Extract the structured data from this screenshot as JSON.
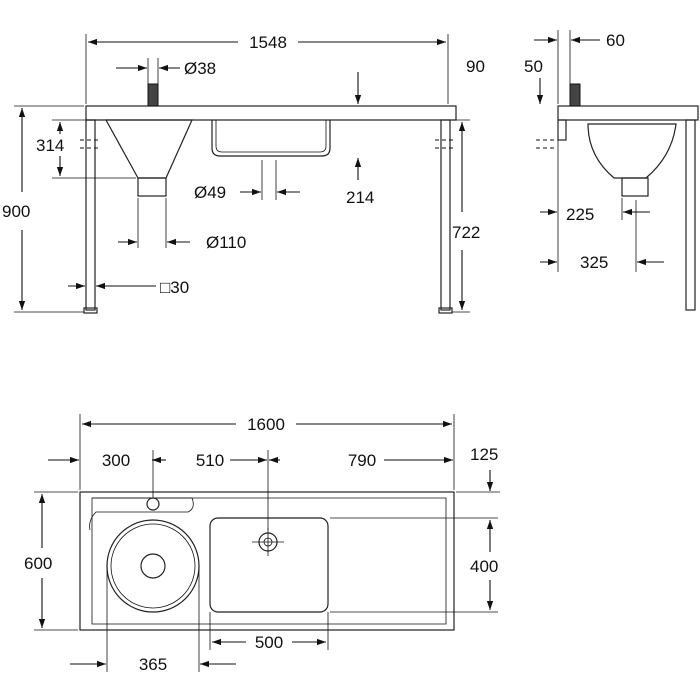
{
  "diagram": {
    "front_view": {
      "overall_width": "1548",
      "overflow_diameter": "Ø38",
      "top_thickness": "90",
      "bowl_depth": "314",
      "total_height": "900",
      "drain_diameter": "Ø49",
      "basin_offset": "214",
      "outlet_diameter": "Ø110",
      "leg_height": "722",
      "leg_section": "□30"
    },
    "side_view": {
      "tap_offset": "60",
      "tap_height": "50",
      "outlet_depth": "225",
      "bowl_projection": "325"
    },
    "plan_view": {
      "overall_width": "1600",
      "left_offset": "300",
      "center_spacing": "510",
      "right_span": "790",
      "back_offset": "125",
      "overall_depth": "600",
      "basin_depth": "400",
      "basin_width": "500",
      "bowl_diameter": "365"
    }
  }
}
